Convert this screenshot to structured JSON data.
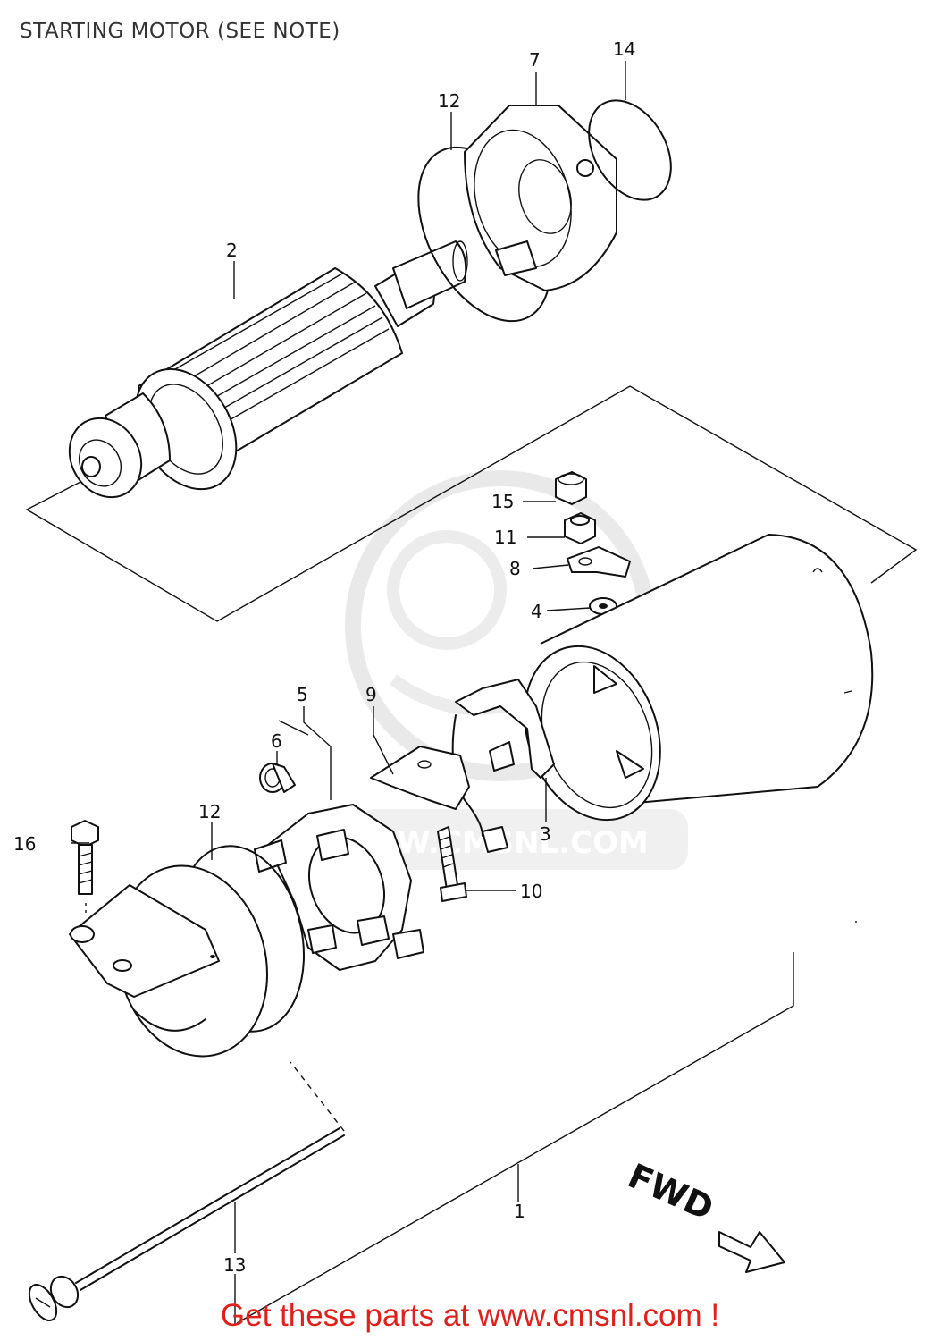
{
  "header": {
    "title": "STARTING MOTOR (SEE NOTE)"
  },
  "footer": {
    "promo_text": "Get these parts at www.cmsnl.com !"
  },
  "diagram": {
    "direction_label": "FWD",
    "watermark_text": "W.CMSNL.COM",
    "callouts": [
      {
        "id": "c1",
        "text": "1"
      },
      {
        "id": "c2",
        "text": "2"
      },
      {
        "id": "c3",
        "text": "3"
      },
      {
        "id": "c4",
        "text": "4"
      },
      {
        "id": "c5",
        "text": "5"
      },
      {
        "id": "c6",
        "text": "6"
      },
      {
        "id": "c7",
        "text": "7"
      },
      {
        "id": "c8",
        "text": "8"
      },
      {
        "id": "c9",
        "text": "9"
      },
      {
        "id": "c10",
        "text": "10"
      },
      {
        "id": "c11",
        "text": "11"
      },
      {
        "id": "c12a",
        "text": "12"
      },
      {
        "id": "c12b",
        "text": "12"
      },
      {
        "id": "c13",
        "text": "13"
      },
      {
        "id": "c14",
        "text": "14"
      },
      {
        "id": "c15",
        "text": "15"
      },
      {
        "id": "c16",
        "text": "16"
      }
    ]
  },
  "colors": {
    "line": "#111111",
    "promo": "#e0201a",
    "watermark": "#d8d8d8"
  }
}
